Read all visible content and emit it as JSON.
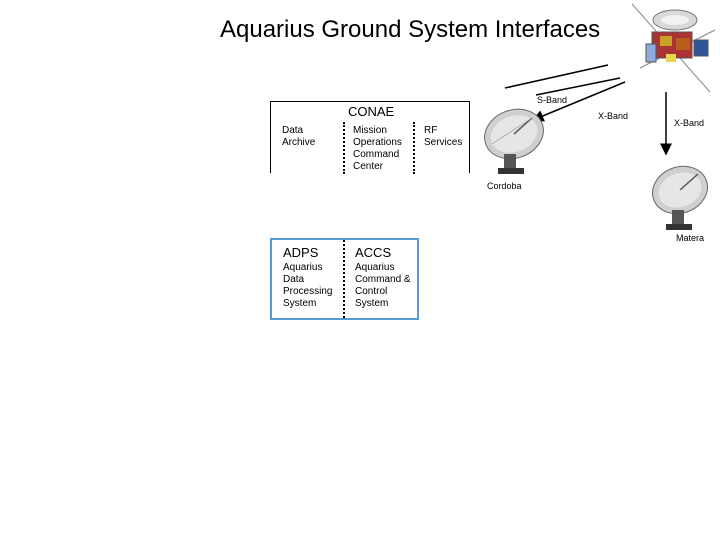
{
  "title": "Aquarius Ground System Interfaces",
  "conae": {
    "header": "CONAE",
    "cells": [
      {
        "text": "Data\nArchive"
      },
      {
        "text": "Mission\nOperations\nCommand\nCenter"
      },
      {
        "text": "RF\nServices"
      }
    ]
  },
  "ground": {
    "adps_title": "ADPS",
    "adps_desc": "Aquarius\nData\nProcessing\nSystem",
    "accs_title": "ACCS",
    "accs_desc": "Aquarius\nCommand &\nControl\nSystem"
  },
  "links": {
    "s_band": "S-Band",
    "x_band_1": "X-Band",
    "x_band_2": "X-Band"
  },
  "stations": {
    "cordoba": "Cordoba",
    "matera": "Matera"
  },
  "icons": [
    "satellite-icon",
    "dish-antenna-icon"
  ]
}
